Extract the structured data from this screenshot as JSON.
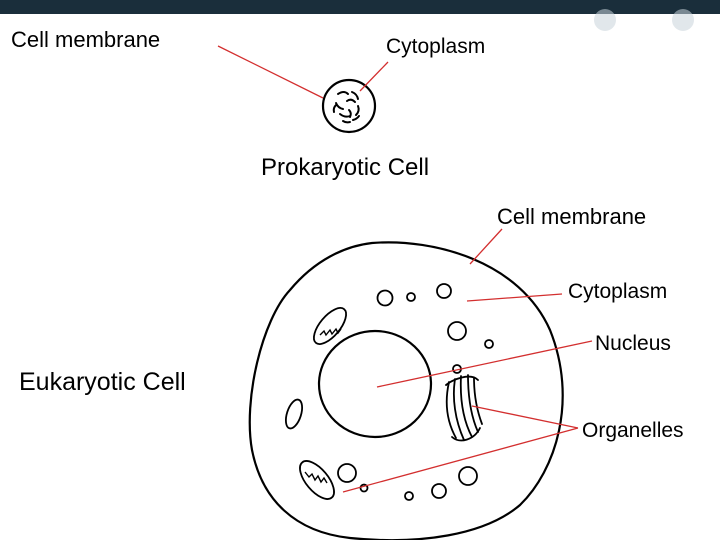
{
  "colors": {
    "top_bar": "#1a2e3b",
    "leader_line": "#d32f2f",
    "outline": "#000000"
  },
  "prokaryotic": {
    "title": "Prokaryotic Cell",
    "labels": {
      "cell_membrane": "Cell membrane",
      "cytoplasm": "Cytoplasm"
    }
  },
  "eukaryotic": {
    "title": "Eukaryotic Cell",
    "labels": {
      "cell_membrane": "Cell membrane",
      "cytoplasm": "Cytoplasm",
      "nucleus": "Nucleus",
      "organelles": "Organelles"
    }
  },
  "icons": [
    "window-control-icon",
    "window-control-icon"
  ]
}
